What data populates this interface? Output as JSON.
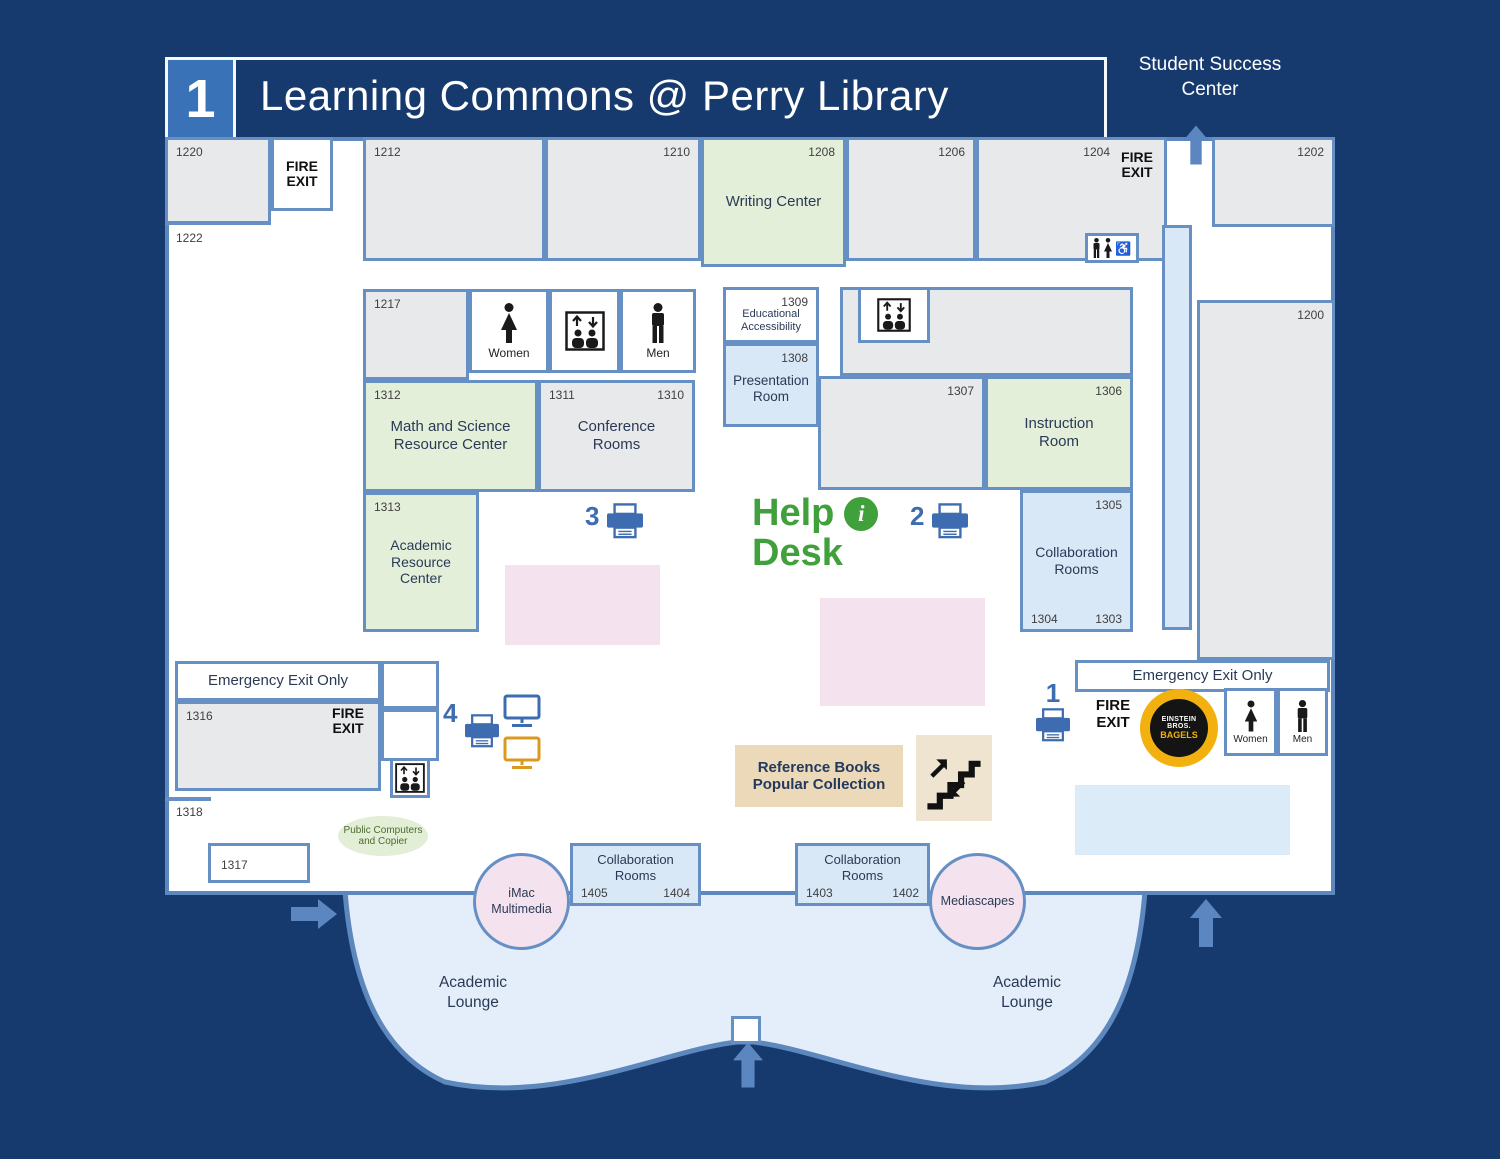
{
  "colors": {
    "background": "#173a6e",
    "wall": "#6690c4",
    "outer_wall": "#5d88be",
    "room_gray": "#e8e9ea",
    "room_green": "#e4efda",
    "room_blue": "#d9e8f7",
    "pink": "#f4e2ee",
    "tan": "#ecd9ba",
    "arrow_blue": "#5b86c0",
    "printer_blue": "#3e6cb0",
    "help_green": "#3fa03c",
    "einstein_yellow": "#f2b10e"
  },
  "header": {
    "floor": "1",
    "title": "Learning Commons @ Perry Library",
    "student_success": "Student Success Center"
  },
  "labels": {
    "fire_exit": "FIRE EXIT",
    "emergency_exit": "Emergency Exit Only",
    "women": "Women",
    "men": "Men"
  },
  "icons": {
    "info": "i",
    "wheelchair": "♿"
  },
  "help_desk": {
    "line1": "Help",
    "line2": "Desk"
  },
  "numbers": {
    "1220": "1220",
    "1222": "1222",
    "1212": "1212",
    "1210": "1210",
    "1208": "1208",
    "1206": "1206",
    "1204": "1204",
    "1202": "1202",
    "1200": "1200",
    "1217": "1217",
    "1309": "1309",
    "1308": "1308",
    "1307": "1307",
    "1306": "1306",
    "1312": "1312",
    "1311": "1311",
    "1310": "1310",
    "1313": "1313",
    "1305": "1305",
    "1304": "1304",
    "1303": "1303",
    "1316": "1316",
    "1318": "1318",
    "1317": "1317",
    "1405": "1405",
    "1404": "1404",
    "1403": "1403",
    "1402": "1402"
  },
  "areas": {
    "writing_center": "Writing Center",
    "educational_accessibility": "Educational Accessibility",
    "presentation_room": "Presentation Room",
    "instruction_room": "Instruction Room",
    "math_science": "Math and Science Resource Center",
    "conference_rooms": "Conference Rooms",
    "academic_resource": "Academic Resource Center",
    "collaboration_rooms": "Collaboration Rooms",
    "reference_line1": "Reference Books",
    "reference_line2": "Popular Collection",
    "imac": "iMac Multimedia",
    "mediascapes": "Mediascapes",
    "academic_lounge": "Academic Lounge",
    "public_computers_line1": "Public Computers",
    "public_computers_line2": "and Copier"
  },
  "printers": {
    "1": "1",
    "2": "2",
    "3": "3",
    "4": "4"
  },
  "einstein": {
    "top": "EINSTEIN BROS.",
    "bottom": "BAGELS"
  }
}
